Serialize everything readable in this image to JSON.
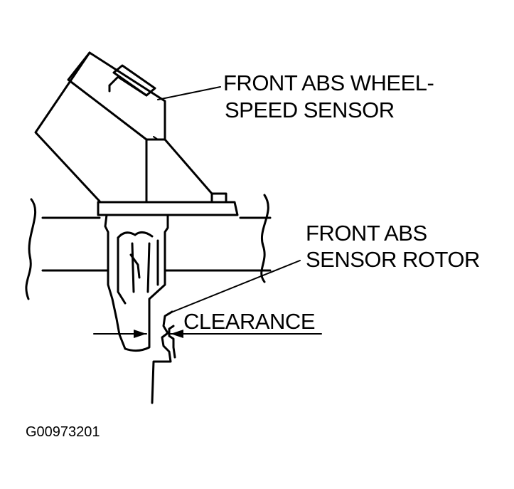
{
  "labels": {
    "sensor_line1": "FRONT ABS WHEEL-",
    "sensor_line2": "SPEED SENSOR",
    "rotor_line1": "FRONT ABS",
    "rotor_line2": "SENSOR ROTOR",
    "clearance": "CLEARANCE",
    "figure_id": "G00973201"
  },
  "colors": {
    "ink": "#000000",
    "paper": "#ffffff"
  }
}
